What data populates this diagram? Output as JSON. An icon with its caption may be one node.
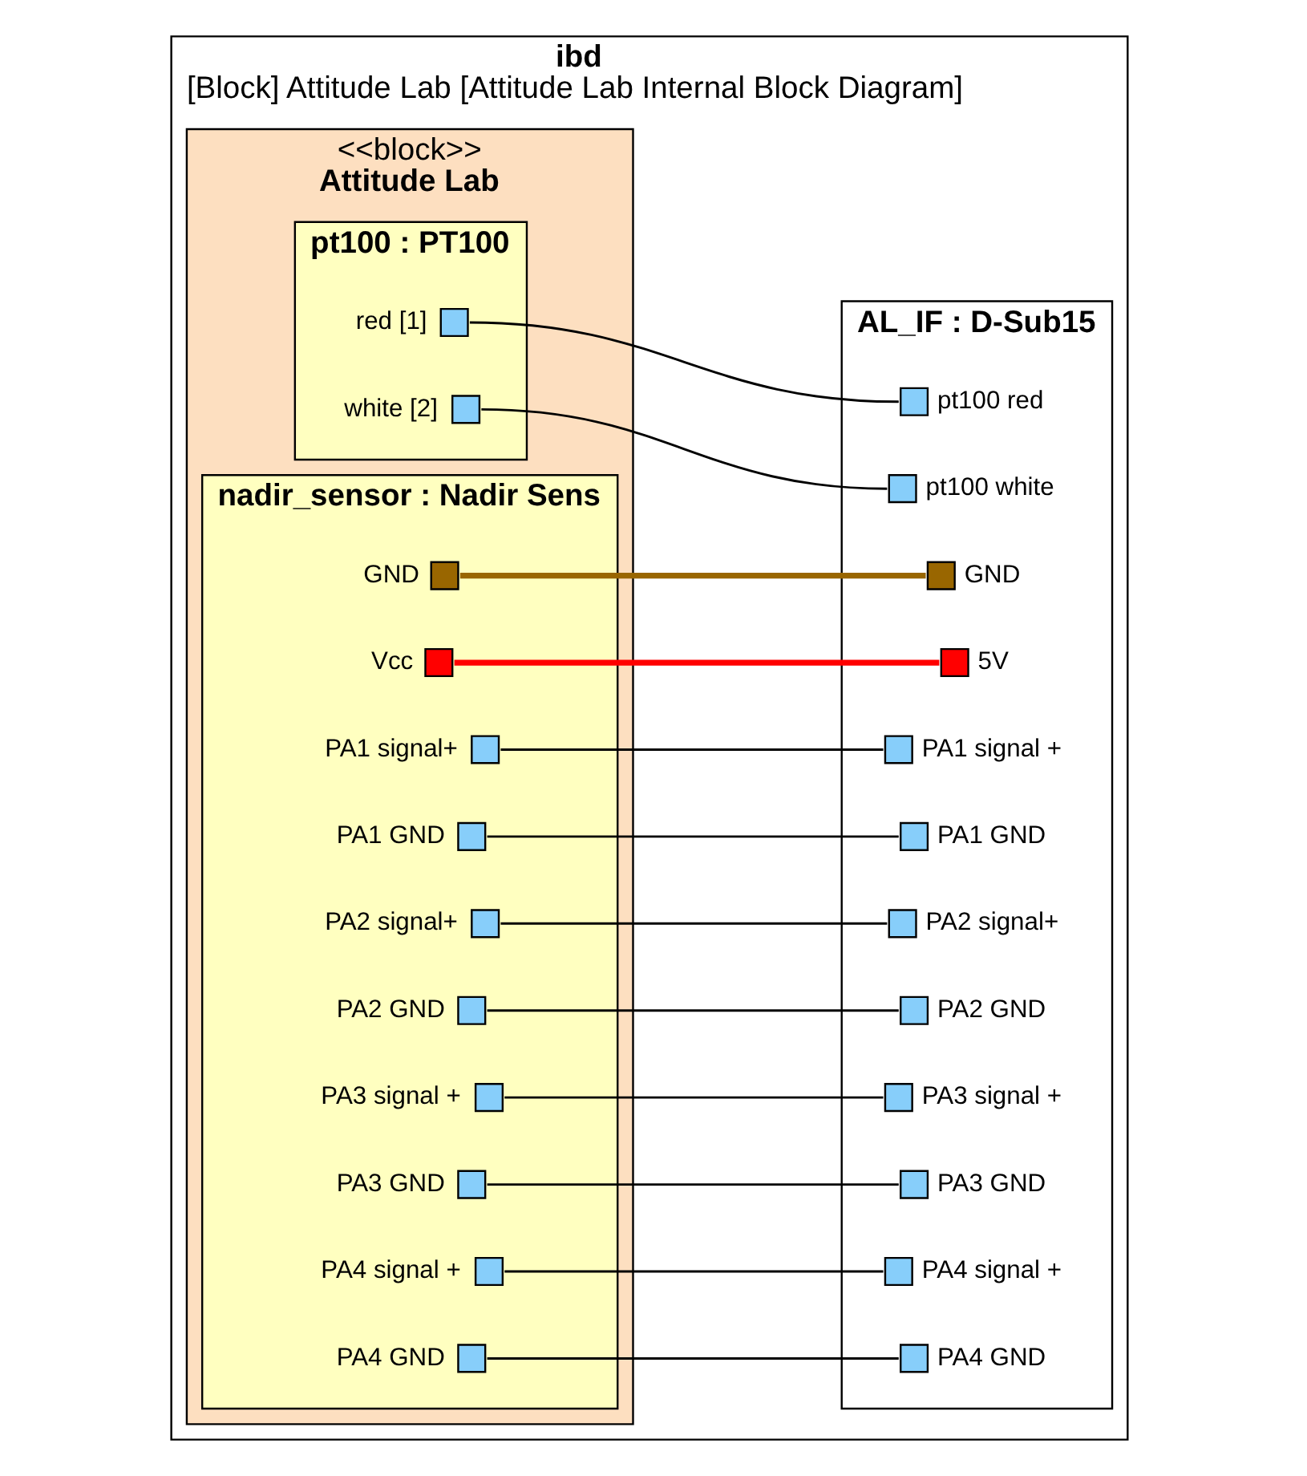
{
  "diagram": {
    "nodes": [
      {
        "text": [
          "ibd",
          "[Block] Attitude Lab [Attitude Lab Internal Block Diagram]"
        ]
      },
      {
        "text": [
          "<<block>>",
          "Attitude Lab"
        ],
        "in": 0
      },
      {
        "text": [
          "pt100 : PT100"
        ],
        "in": 1
      },
      {
        "text": [
          "red [1]"
        ],
        "in": 2
      },
      {
        "text": [
          "white [2]"
        ],
        "in": 2
      },
      {
        "text": [
          "nadir_sensor : Nadir Sens"
        ],
        "in": 1
      },
      {
        "text": [
          "GND"
        ],
        "in": 5
      },
      {
        "text": [
          "Vcc"
        ],
        "in": 5
      },
      {
        "text": [
          "PA1 signal+"
        ],
        "in": 5
      },
      {
        "text": [
          "PA1 GND"
        ],
        "in": 5
      },
      {
        "text": [
          "PA2 signal+"
        ],
        "in": 5
      },
      {
        "text": [
          "PA2 GND"
        ],
        "in": 5
      },
      {
        "text": [
          "PA3 signal +"
        ],
        "in": 5
      },
      {
        "text": [
          "PA3 GND"
        ],
        "in": 5
      },
      {
        "text": [
          "PA4 signal +"
        ],
        "in": 5
      },
      {
        "text": [
          "PA4 GND"
        ],
        "in": 5
      },
      {
        "text": [
          "AL_IF : D-Sub15"
        ],
        "in": 0
      },
      {
        "text": [
          "pt100 red"
        ],
        "in": 16
      },
      {
        "text": [
          "pt100 white"
        ],
        "in": 16
      },
      {
        "text": [
          "GND"
        ],
        "in": 16
      },
      {
        "text": [
          "5V"
        ],
        "in": 16
      },
      {
        "text": [
          "PA1 signal +"
        ],
        "in": 16
      },
      {
        "text": [
          "PA1 GND"
        ],
        "in": 16
      },
      {
        "text": [
          "PA2 signal+"
        ],
        "in": 16
      },
      {
        "text": [
          "PA2 GND"
        ],
        "in": 16
      },
      {
        "text": [
          "PA3 signal +"
        ],
        "in": 16
      },
      {
        "text": [
          "PA3 GND"
        ],
        "in": 16
      },
      {
        "text": [
          "PA4 signal +"
        ],
        "in": 16
      },
      {
        "text": [
          "PA4 GND"
        ],
        "in": 16
      }
    ],
    "edges": [
      {
        "from": 3,
        "to": 17,
        "arrow": "none"
      },
      {
        "from": 4,
        "to": 18,
        "arrow": "none"
      },
      {
        "from": 6,
        "to": 19,
        "arrow": "none",
        "style": "thick",
        "color": "#996600"
      },
      {
        "from": 7,
        "to": 20,
        "arrow": "none",
        "style": "thick",
        "color": "#ff0000"
      },
      {
        "from": 8,
        "to": 21,
        "arrow": "none"
      },
      {
        "from": 9,
        "to": 22,
        "arrow": "none"
      },
      {
        "from": 10,
        "to": 23,
        "arrow": "none"
      },
      {
        "from": 11,
        "to": 24,
        "arrow": "none"
      },
      {
        "from": 12,
        "to": 25,
        "arrow": "none"
      },
      {
        "from": 13,
        "to": 26,
        "arrow": "none"
      },
      {
        "from": 14,
        "to": 27,
        "arrow": "none"
      },
      {
        "from": 15,
        "to": 28,
        "arrow": "none"
      }
    ]
  }
}
